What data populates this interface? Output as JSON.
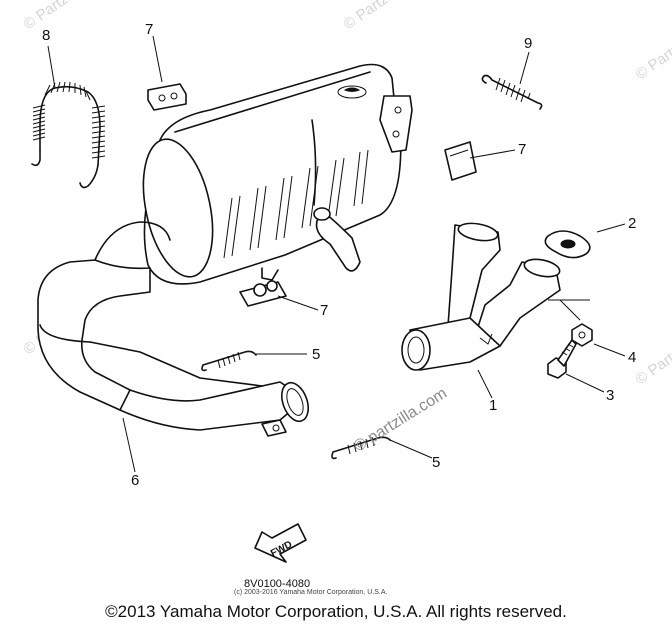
{
  "diagram": {
    "callouts": [
      {
        "id": "1",
        "label": "1"
      },
      {
        "id": "2",
        "label": "2"
      },
      {
        "id": "3",
        "label": "3"
      },
      {
        "id": "4",
        "label": "4"
      },
      {
        "id": "5a",
        "label": "5"
      },
      {
        "id": "5b",
        "label": "5"
      },
      {
        "id": "6",
        "label": "6"
      },
      {
        "id": "7a",
        "label": "7"
      },
      {
        "id": "7b",
        "label": "7"
      },
      {
        "id": "7c",
        "label": "7"
      },
      {
        "id": "8",
        "label": "8"
      },
      {
        "id": "9",
        "label": "9"
      }
    ],
    "fwd_label": "FWD",
    "part_number": "8V0100-4080",
    "small_copyright": "(c) 2003-2016 Yamaha Motor Corporation, U.S.A.",
    "watermark": "© Partzilla.com",
    "inline_watermark": "© partzilla.com"
  },
  "footer": {
    "copyright": "©2013 Yamaha Motor Corporation, U.S.A. All rights reserved."
  }
}
